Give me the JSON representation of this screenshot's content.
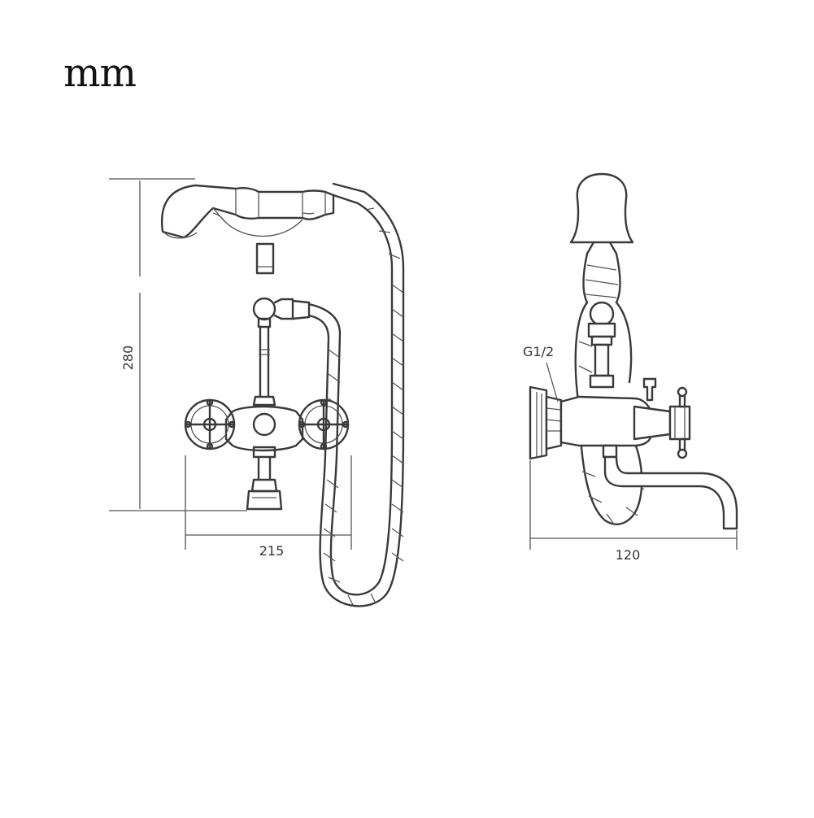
{
  "unit_label": "mm",
  "dimensions": {
    "height": "280",
    "width_front": "215",
    "depth_side": "120",
    "thread": "G1/2"
  },
  "colors": {
    "line": "#3a3a3a",
    "background": "#ffffff"
  }
}
